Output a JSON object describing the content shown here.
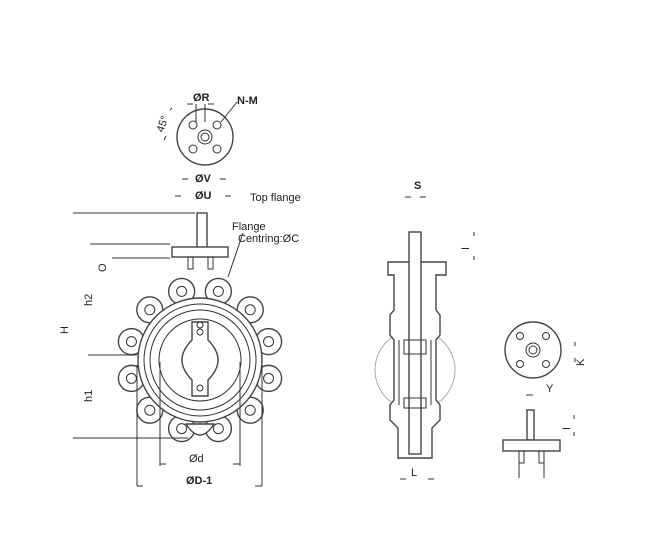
{
  "labels": {
    "r": "ØR",
    "nm": "N-M",
    "angle": "45°",
    "v": "ØV",
    "u": "ØU",
    "top_flange": "Top flange",
    "flange": "Flange",
    "centring": "Centring:ØC",
    "o": "O",
    "h2": "h2",
    "h": "H",
    "h1": "h1",
    "d": "Ød",
    "d1": "ØD-1",
    "s": "S",
    "i_top": "I",
    "k": "K",
    "y": "Y",
    "i_bottom": "I",
    "l": "L"
  }
}
